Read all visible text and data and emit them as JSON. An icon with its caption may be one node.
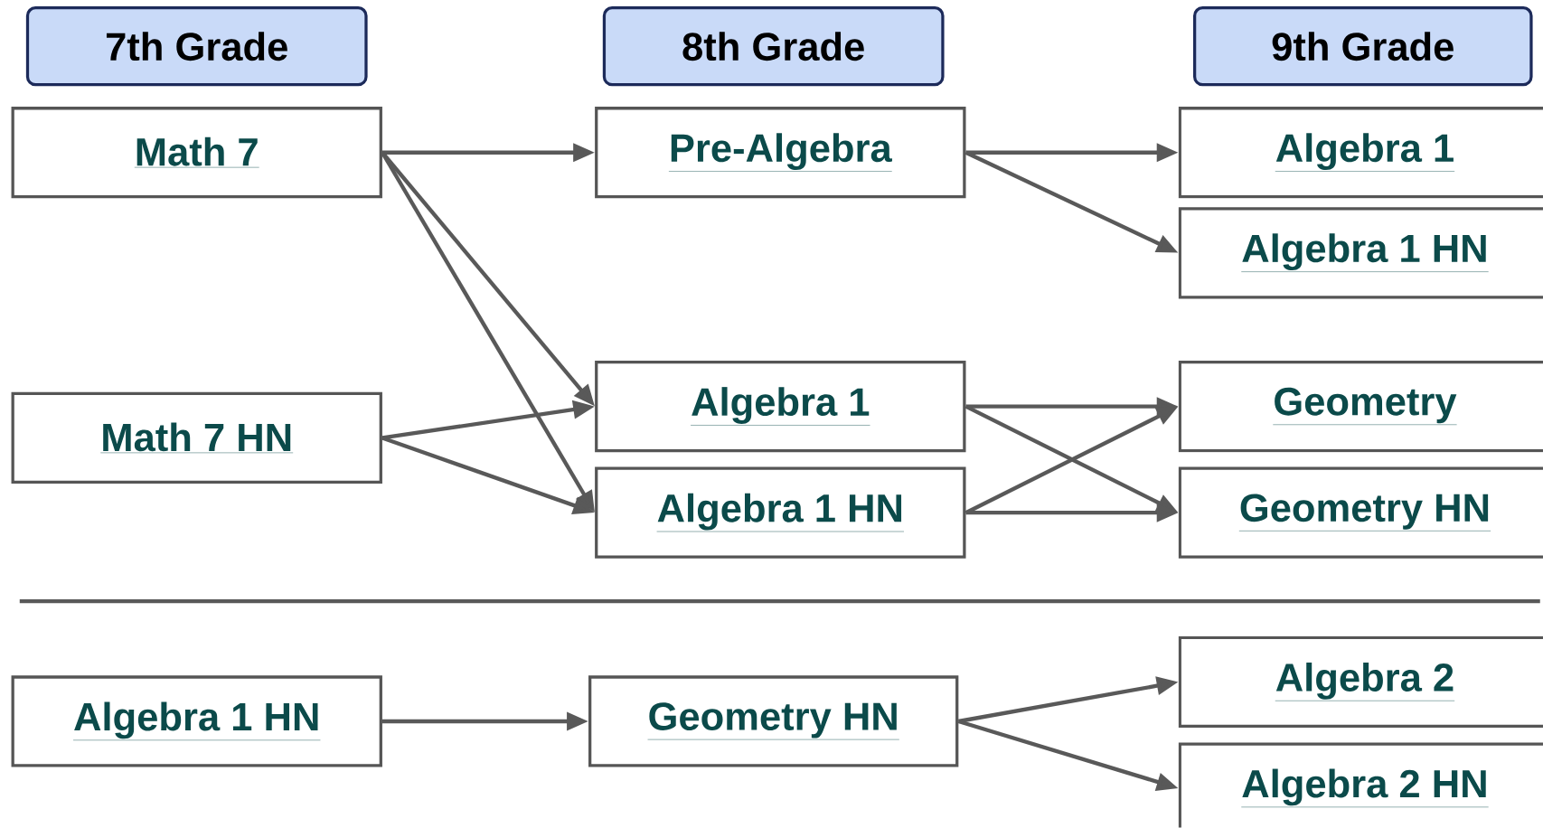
{
  "diagram": {
    "nodes": [
      {
        "text": [
          "7th Grade"
        ]
      },
      {
        "text": [
          "8th Grade"
        ]
      },
      {
        "text": [
          "9th Grade"
        ]
      },
      {
        "text": [
          "Math 7"
        ]
      },
      {
        "text": [
          "Pre-Algebra"
        ]
      },
      {
        "text": [
          "Algebra 1"
        ]
      },
      {
        "text": [
          "Algebra 1 HN"
        ]
      },
      {
        "text": [
          "Math 7 HN"
        ]
      },
      {
        "text": [
          "Algebra 1"
        ]
      },
      {
        "text": [
          "Algebra 1 HN"
        ]
      },
      {
        "text": [
          "Geometry"
        ]
      },
      {
        "text": [
          "Geometry HN"
        ]
      },
      {
        "text": [
          "Algebra 1 HN"
        ]
      },
      {
        "text": [
          "Geometry HN"
        ]
      },
      {
        "text": [
          "Algebra 2"
        ]
      },
      {
        "text": [
          "Algebra 2 HN"
        ]
      }
    ],
    "edges": [
      {
        "from": 3,
        "to": 4,
        "arrow": "to"
      },
      {
        "from": 3,
        "to": 8,
        "arrow": "to"
      },
      {
        "from": 3,
        "to": 9,
        "arrow": "to"
      },
      {
        "from": 4,
        "to": 5,
        "arrow": "to"
      },
      {
        "from": 4,
        "to": 6,
        "arrow": "to"
      },
      {
        "from": 7,
        "to": 8,
        "arrow": "to"
      },
      {
        "from": 7,
        "to": 9,
        "arrow": "to"
      },
      {
        "from": 8,
        "to": 10,
        "arrow": "to"
      },
      {
        "from": 8,
        "to": 11,
        "arrow": "to"
      },
      {
        "from": 9,
        "to": 10,
        "arrow": "to"
      },
      {
        "from": 9,
        "to": 11,
        "arrow": "to"
      },
      {
        "from": 12,
        "to": 13,
        "arrow": "to"
      },
      {
        "from": 13,
        "to": 14,
        "arrow": "to"
      },
      {
        "from": 13,
        "to": 15,
        "arrow": "to"
      }
    ]
  }
}
